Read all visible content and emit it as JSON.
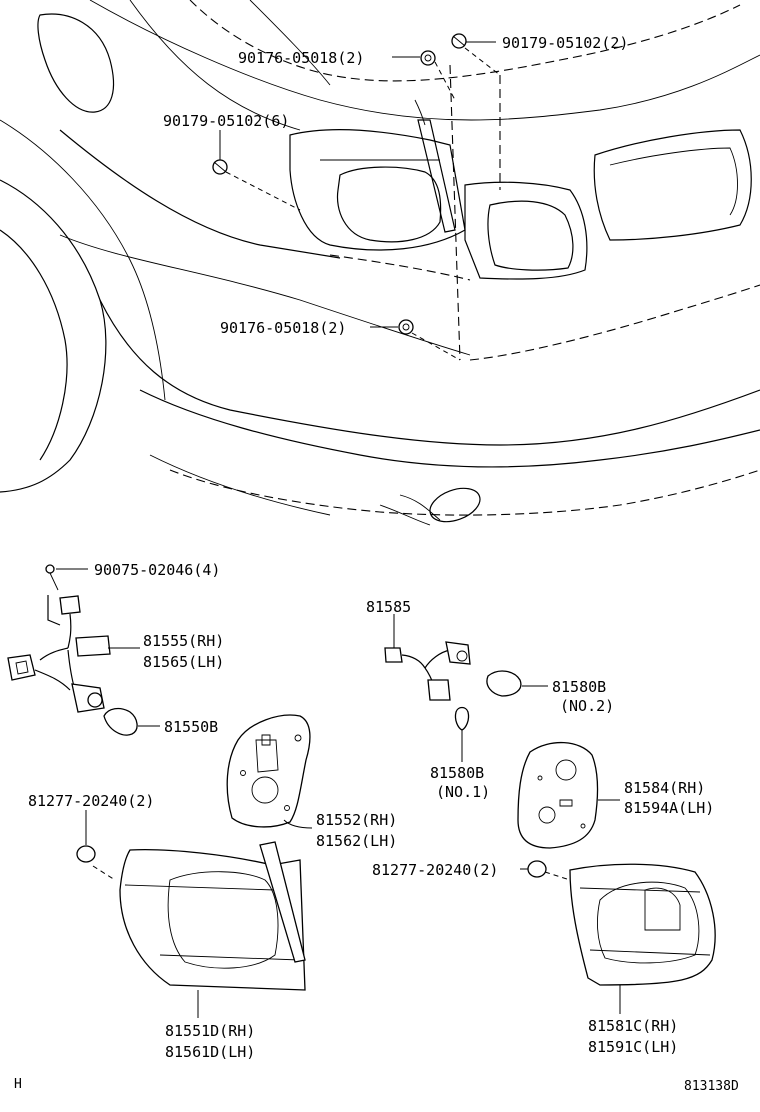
{
  "labels": {
    "p_90176_05018_top": "90176-05018(2)",
    "p_90179_05102_top": "90179-05102(2)",
    "p_90179_05102_left": "90179-05102(6)",
    "p_90176_05018_bottom": "90176-05018(2)",
    "p_90075_02046": "90075-02046(4)",
    "p_81555": "81555(RH)",
    "p_81565": "81565(LH)",
    "p_81550b": "81550B",
    "p_81552": "81552(RH)",
    "p_81562": "81562(LH)",
    "p_81277_left": "81277-20240(2)",
    "p_81551d": "81551D(RH)",
    "p_81561d": "81561D(LH)",
    "p_81585": "81585",
    "p_81580b_no2": "81580B",
    "p_no2": "(NO.2)",
    "p_81580b_no1": "81580B",
    "p_no1": "(NO.1)",
    "p_81584": "81584(RH)",
    "p_81594a": "81594A(LH)",
    "p_81277_right": "81277-20240(2)",
    "p_81581c": "81581C(RH)",
    "p_81591c": "81591C(LH)"
  },
  "footer": {
    "left_code": "H",
    "right_code": "813138D"
  },
  "colors": {
    "line": "#000000",
    "background": "#ffffff"
  }
}
